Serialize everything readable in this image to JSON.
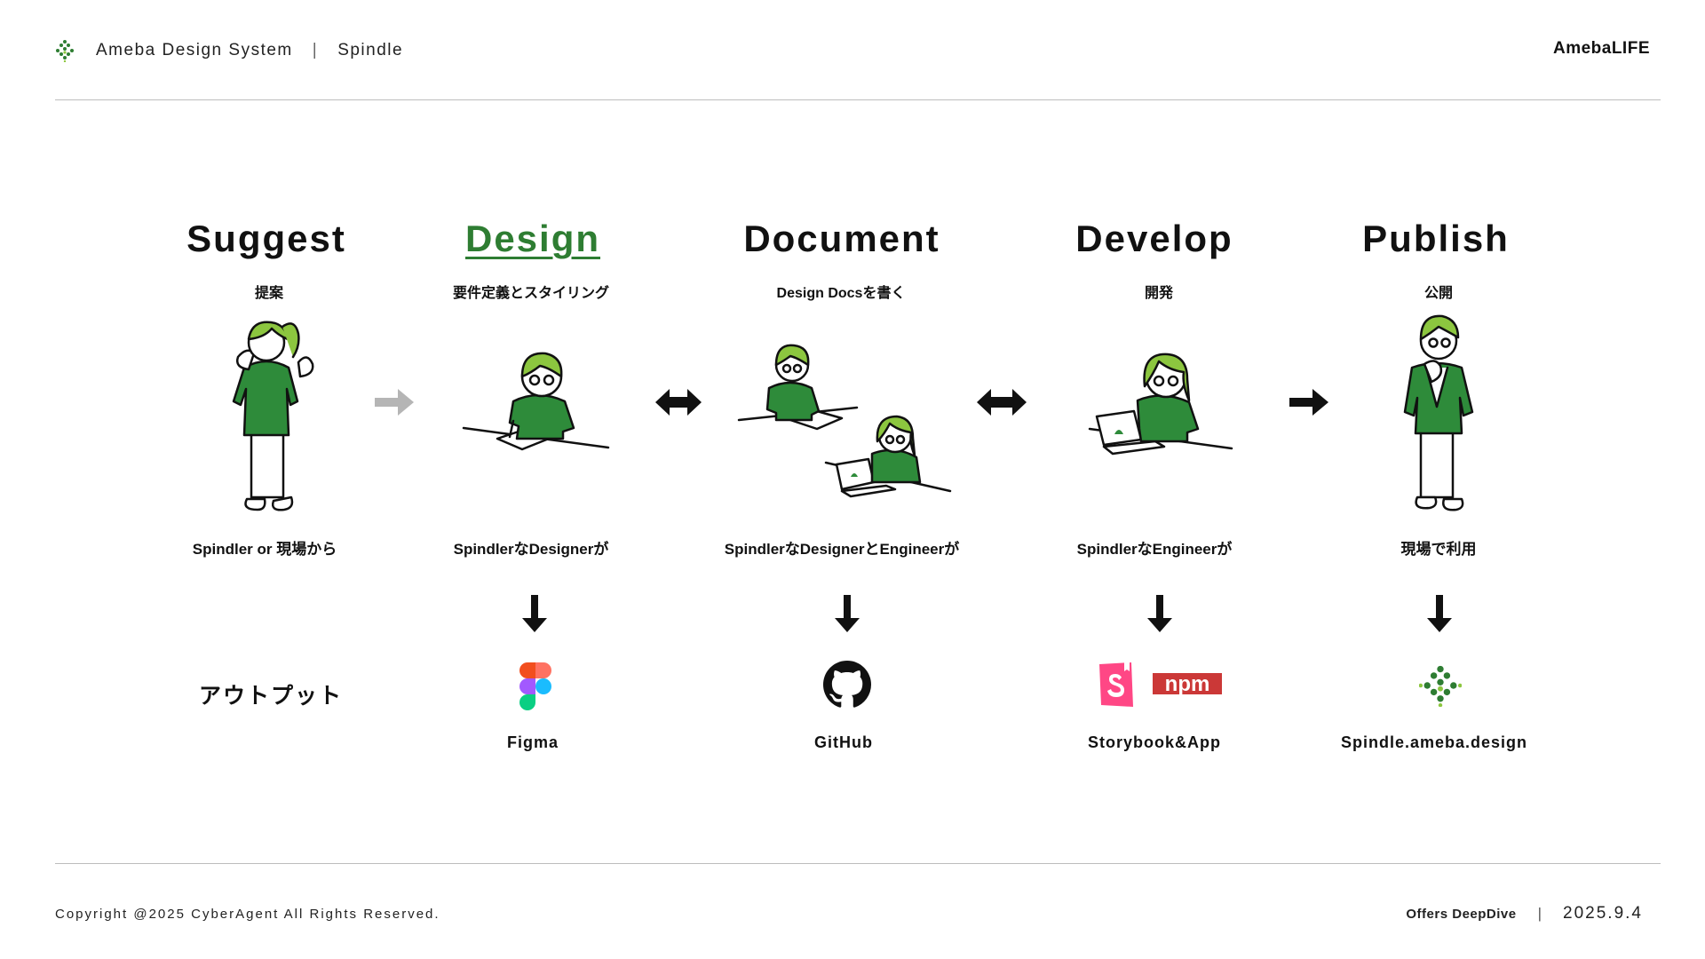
{
  "header": {
    "brand": "Ameba Design System",
    "separator": "|",
    "product": "Spindle",
    "company_logo_text": "AmebaLIFE"
  },
  "stages": [
    {
      "title": "Suggest",
      "subtitle": "提案",
      "description": "Spindler or 現場から"
    },
    {
      "title": "Design",
      "subtitle": "要件定義とスタイリング",
      "description": "SpindlerなDesignerが",
      "active": true
    },
    {
      "title": "Document",
      "subtitle": "Design Docsを書く",
      "description": "SpindlerなDesignerとEngineerが"
    },
    {
      "title": "Develop",
      "subtitle": "開発",
      "description": "SpindlerなEngineerが"
    },
    {
      "title": "Publish",
      "subtitle": "公開",
      "description": "現場で利用"
    }
  ],
  "output": {
    "label": "アウトプット",
    "tools": [
      {
        "name": "Figma",
        "icon": "figma-icon"
      },
      {
        "name": "GitHub",
        "icon": "github-icon"
      },
      {
        "name": "Storybook&App",
        "icon": "storybook-npm-icon",
        "npm_text": "npm"
      },
      {
        "name": "Spindle.ameba.design",
        "icon": "spindle-icon"
      }
    ]
  },
  "footer": {
    "copyright": "Copyright @2025 CyberAgent All Rights Reserved.",
    "event": "Offers DeepDive",
    "separator": "|",
    "date": "2025.9.4"
  },
  "colors": {
    "accent_green": "#2e7d32",
    "hair_green": "#8cc63f",
    "shirt_green": "#2e8b3a",
    "arrow_gray": "#b5b5b5"
  }
}
